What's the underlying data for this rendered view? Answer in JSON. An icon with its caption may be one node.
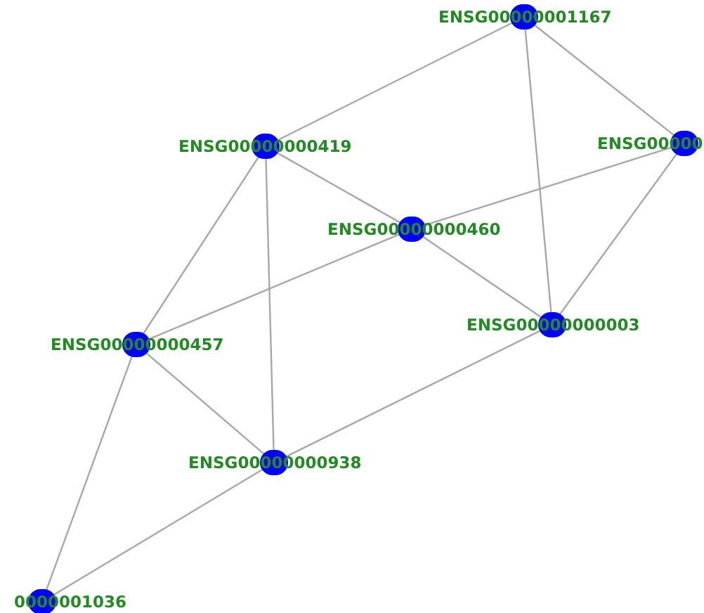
{
  "diagram": {
    "nodes": [
      {
        "text": [
          "ENSG00000001167"
        ]
      },
      {
        "text": [
          "ENSG00000000419"
        ]
      },
      {
        "text": [
          "ENSG00000"
        ]
      },
      {
        "text": [
          "ENSG00000000460"
        ]
      },
      {
        "text": [
          "ENSG00000000003"
        ]
      },
      {
        "text": [
          "ENSG00000000457"
        ]
      },
      {
        "text": [
          "ENSG00000000938"
        ]
      },
      {
        "text": [
          "0000001036"
        ]
      }
    ],
    "edges": [
      {
        "from": 0,
        "to": 1,
        "arrow": "none"
      },
      {
        "from": 0,
        "to": 2,
        "arrow": "none"
      },
      {
        "from": 0,
        "to": 4,
        "arrow": "none"
      },
      {
        "from": 1,
        "to": 3,
        "arrow": "none"
      },
      {
        "from": 1,
        "to": 5,
        "arrow": "none"
      },
      {
        "from": 1,
        "to": 6,
        "arrow": "none"
      },
      {
        "from": 2,
        "to": 3,
        "arrow": "none"
      },
      {
        "from": 2,
        "to": 4,
        "arrow": "none"
      },
      {
        "from": 3,
        "to": 4,
        "arrow": "none"
      },
      {
        "from": 3,
        "to": 5,
        "arrow": "none"
      },
      {
        "from": 5,
        "to": 6,
        "arrow": "none"
      },
      {
        "from": 5,
        "to": 7,
        "arrow": "none"
      },
      {
        "from": 6,
        "to": 4,
        "arrow": "none"
      },
      {
        "from": 6,
        "to": 7,
        "arrow": "none"
      }
    ]
  }
}
